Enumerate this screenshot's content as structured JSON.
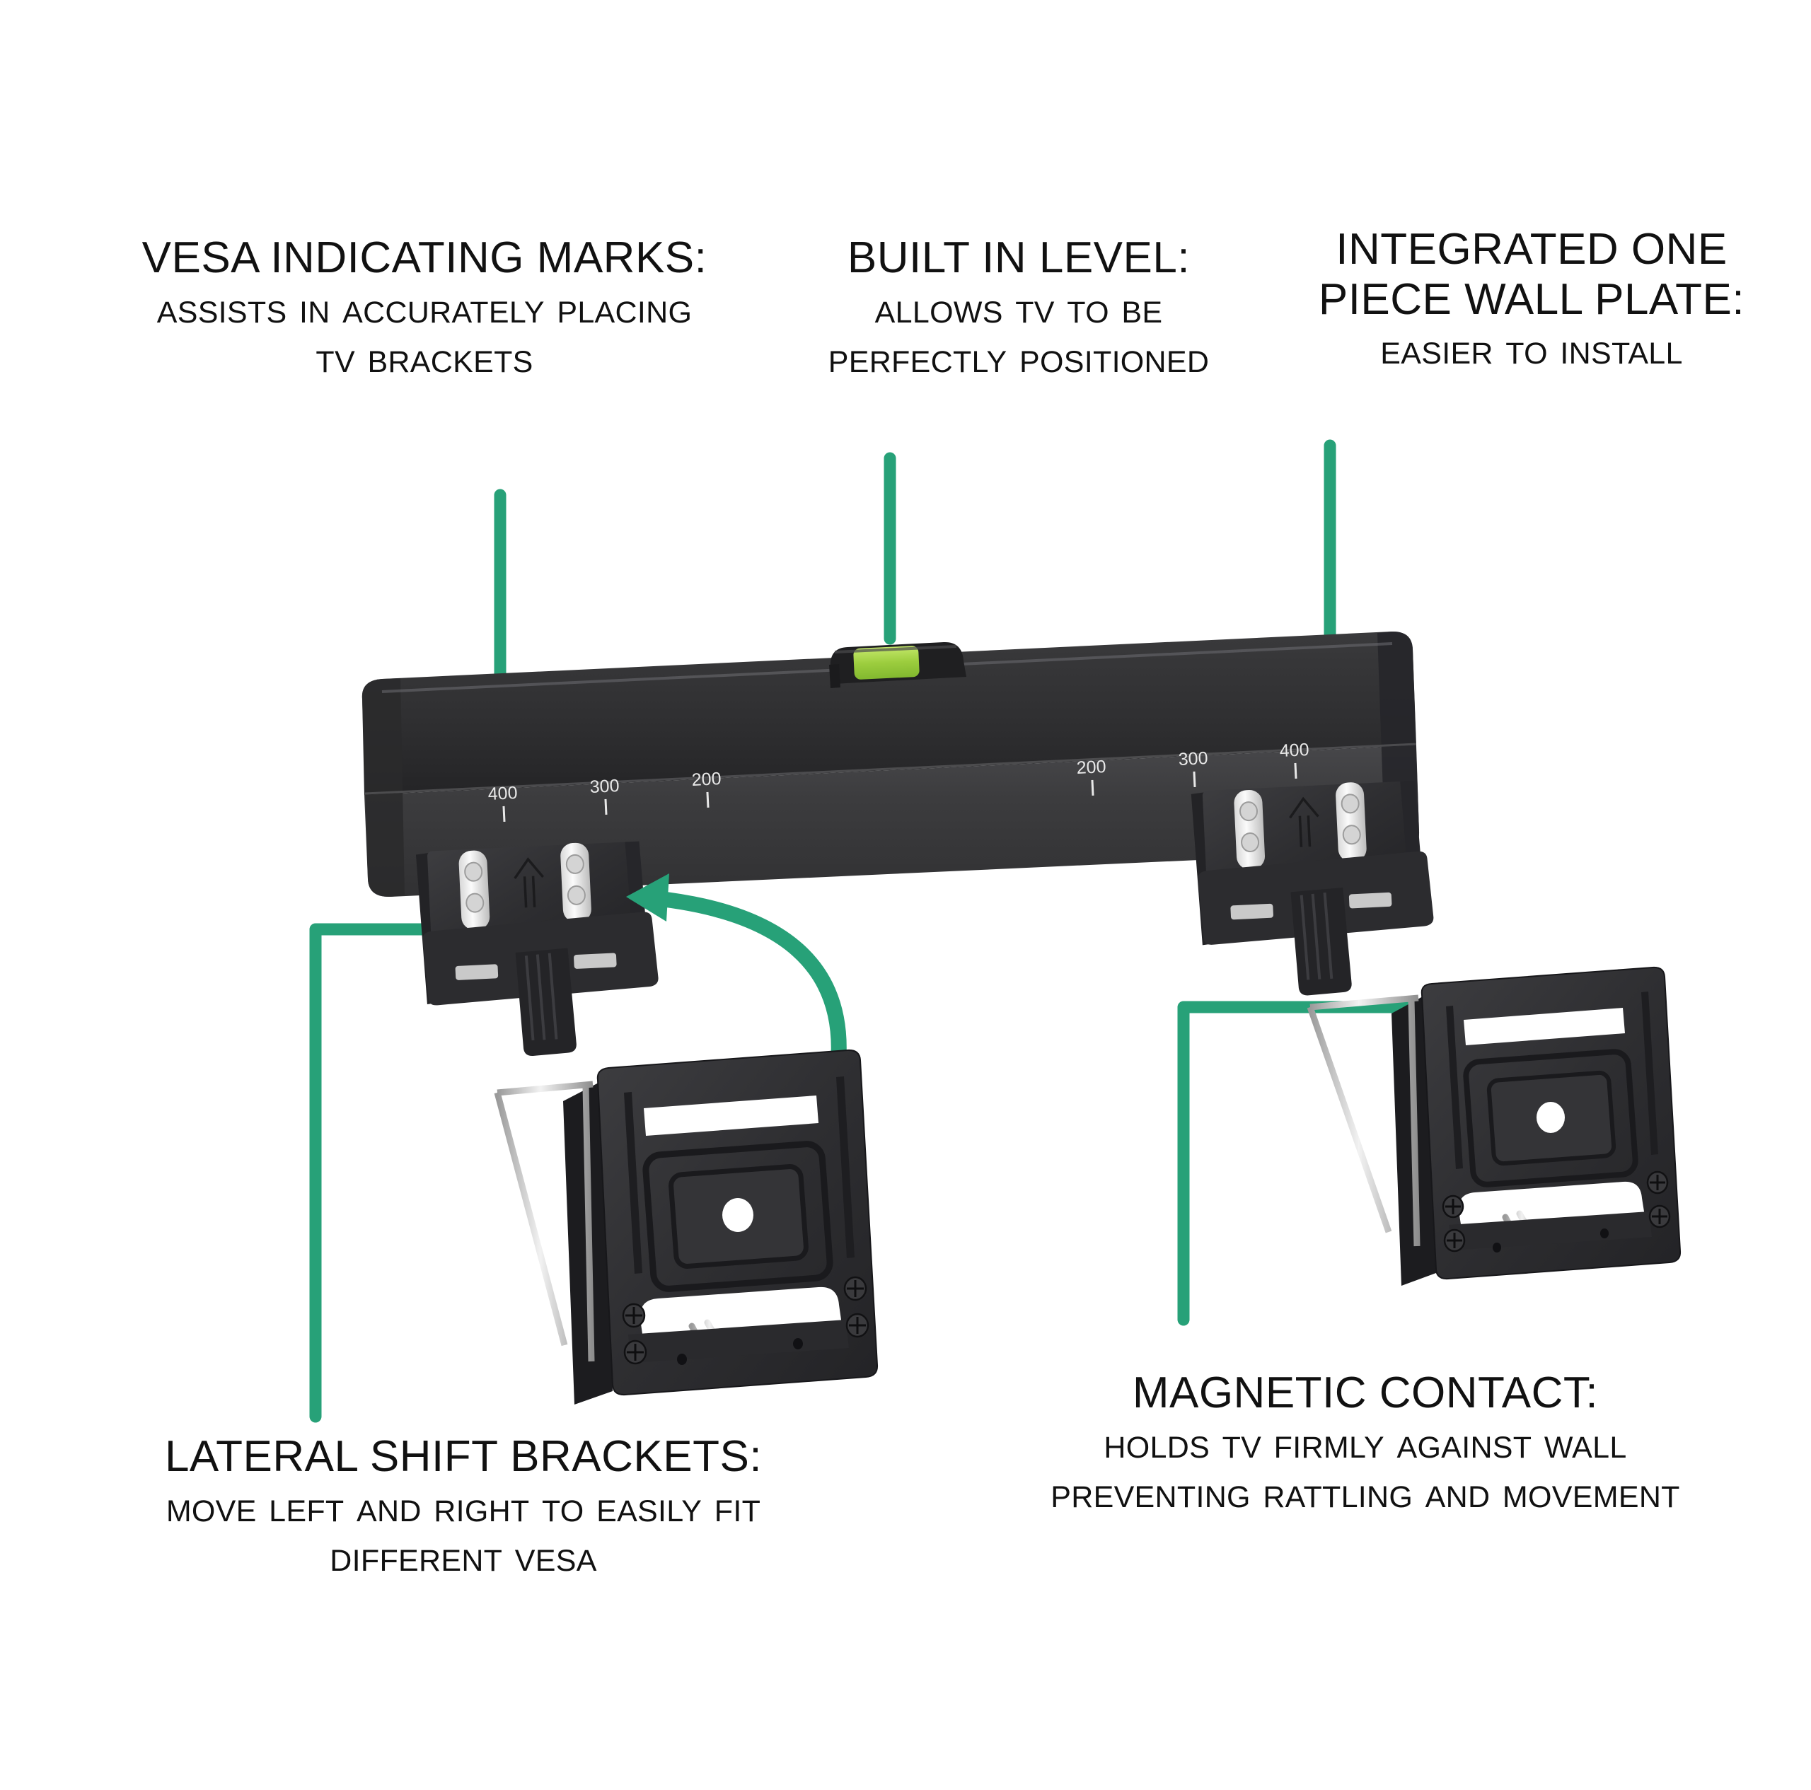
{
  "accent_green": "#27A178",
  "level_vial_green": "#9ACD3C",
  "body_dark": "#2b2b2d",
  "callouts": [
    {
      "id": "vesa-indicating-marks",
      "heading": "VESA INDICATING MARKS:",
      "body_line1": "Assists in accurately placing",
      "body_line2": "TV brackets"
    },
    {
      "id": "built-in-level",
      "heading": "BUILT IN LEVEL:",
      "body_line1": "Allows TV to be",
      "body_line2": "perfectly positioned"
    },
    {
      "id": "integrated-one-piece-wall-plate",
      "heading_line1": "INTEGRATED ONE",
      "heading_line2": "PIECE WALL PLATE:",
      "body_line1": "Easier to Install"
    },
    {
      "id": "lateral-shift-brackets",
      "heading": "LATERAL SHIFT BRACKETS:",
      "body_line1": "Move left and right to easily fit",
      "body_line2": "different VESA"
    },
    {
      "id": "magnetic-contact",
      "heading": "MAGNETIC CONTACT:",
      "body_line1": "Holds TV firmly against wall",
      "body_line2": "preventing rattling and movement"
    }
  ],
  "vesa_marks_left": [
    "400",
    "300",
    "200"
  ],
  "vesa_marks_right": [
    "200",
    "300",
    "400"
  ],
  "bracket_arrow_glyph": "⇧"
}
